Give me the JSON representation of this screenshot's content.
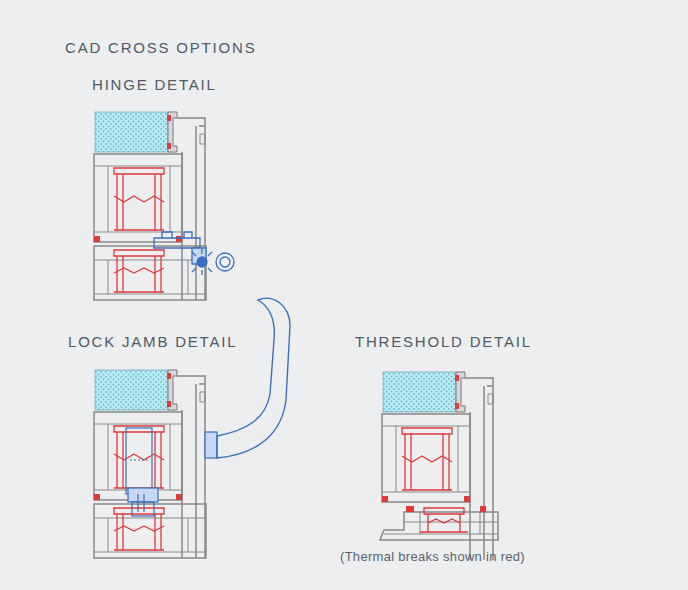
{
  "diagram": {
    "title": "CAD CROSS OPTIONS",
    "caption": "(Thermal breaks shown in red)",
    "labels": [
      "HINGE DETAIL",
      "LOCK JAMB DETAIL",
      "THRESHOLD DETAIL"
    ]
  }
}
